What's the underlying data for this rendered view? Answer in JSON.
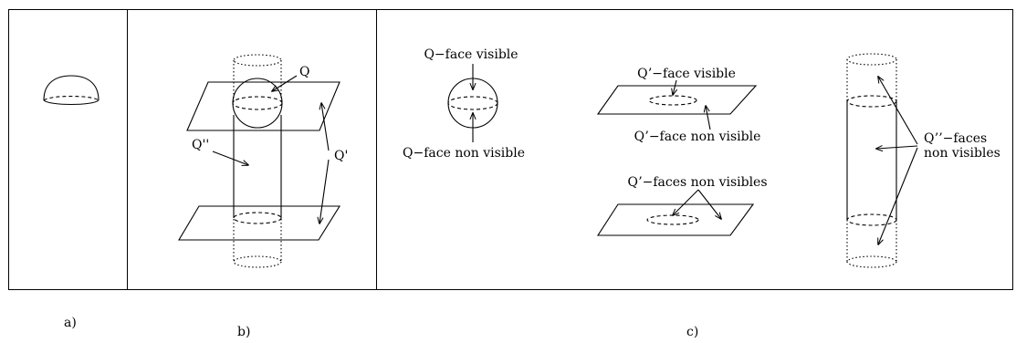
{
  "panels": {
    "a": {
      "caption": "a)"
    },
    "b": {
      "caption": "b)",
      "label_q": "Q",
      "label_q2": "Q''",
      "label_q1": "Q'"
    },
    "c": {
      "caption": "c)",
      "sphere_visible": "Q−face visible",
      "sphere_non_visible": "Q−face non visible",
      "plane_visible": "Q’−face visible",
      "plane_non_visible": "Q’−face non visible",
      "plane_faces_non_visibles": "Q’−faces non visibles",
      "cylinder_faces_line1": "Q’’−faces",
      "cylinder_faces_line2": "non visibles"
    }
  },
  "colors": {
    "stroke": "#000000",
    "background": "#ffffff"
  }
}
